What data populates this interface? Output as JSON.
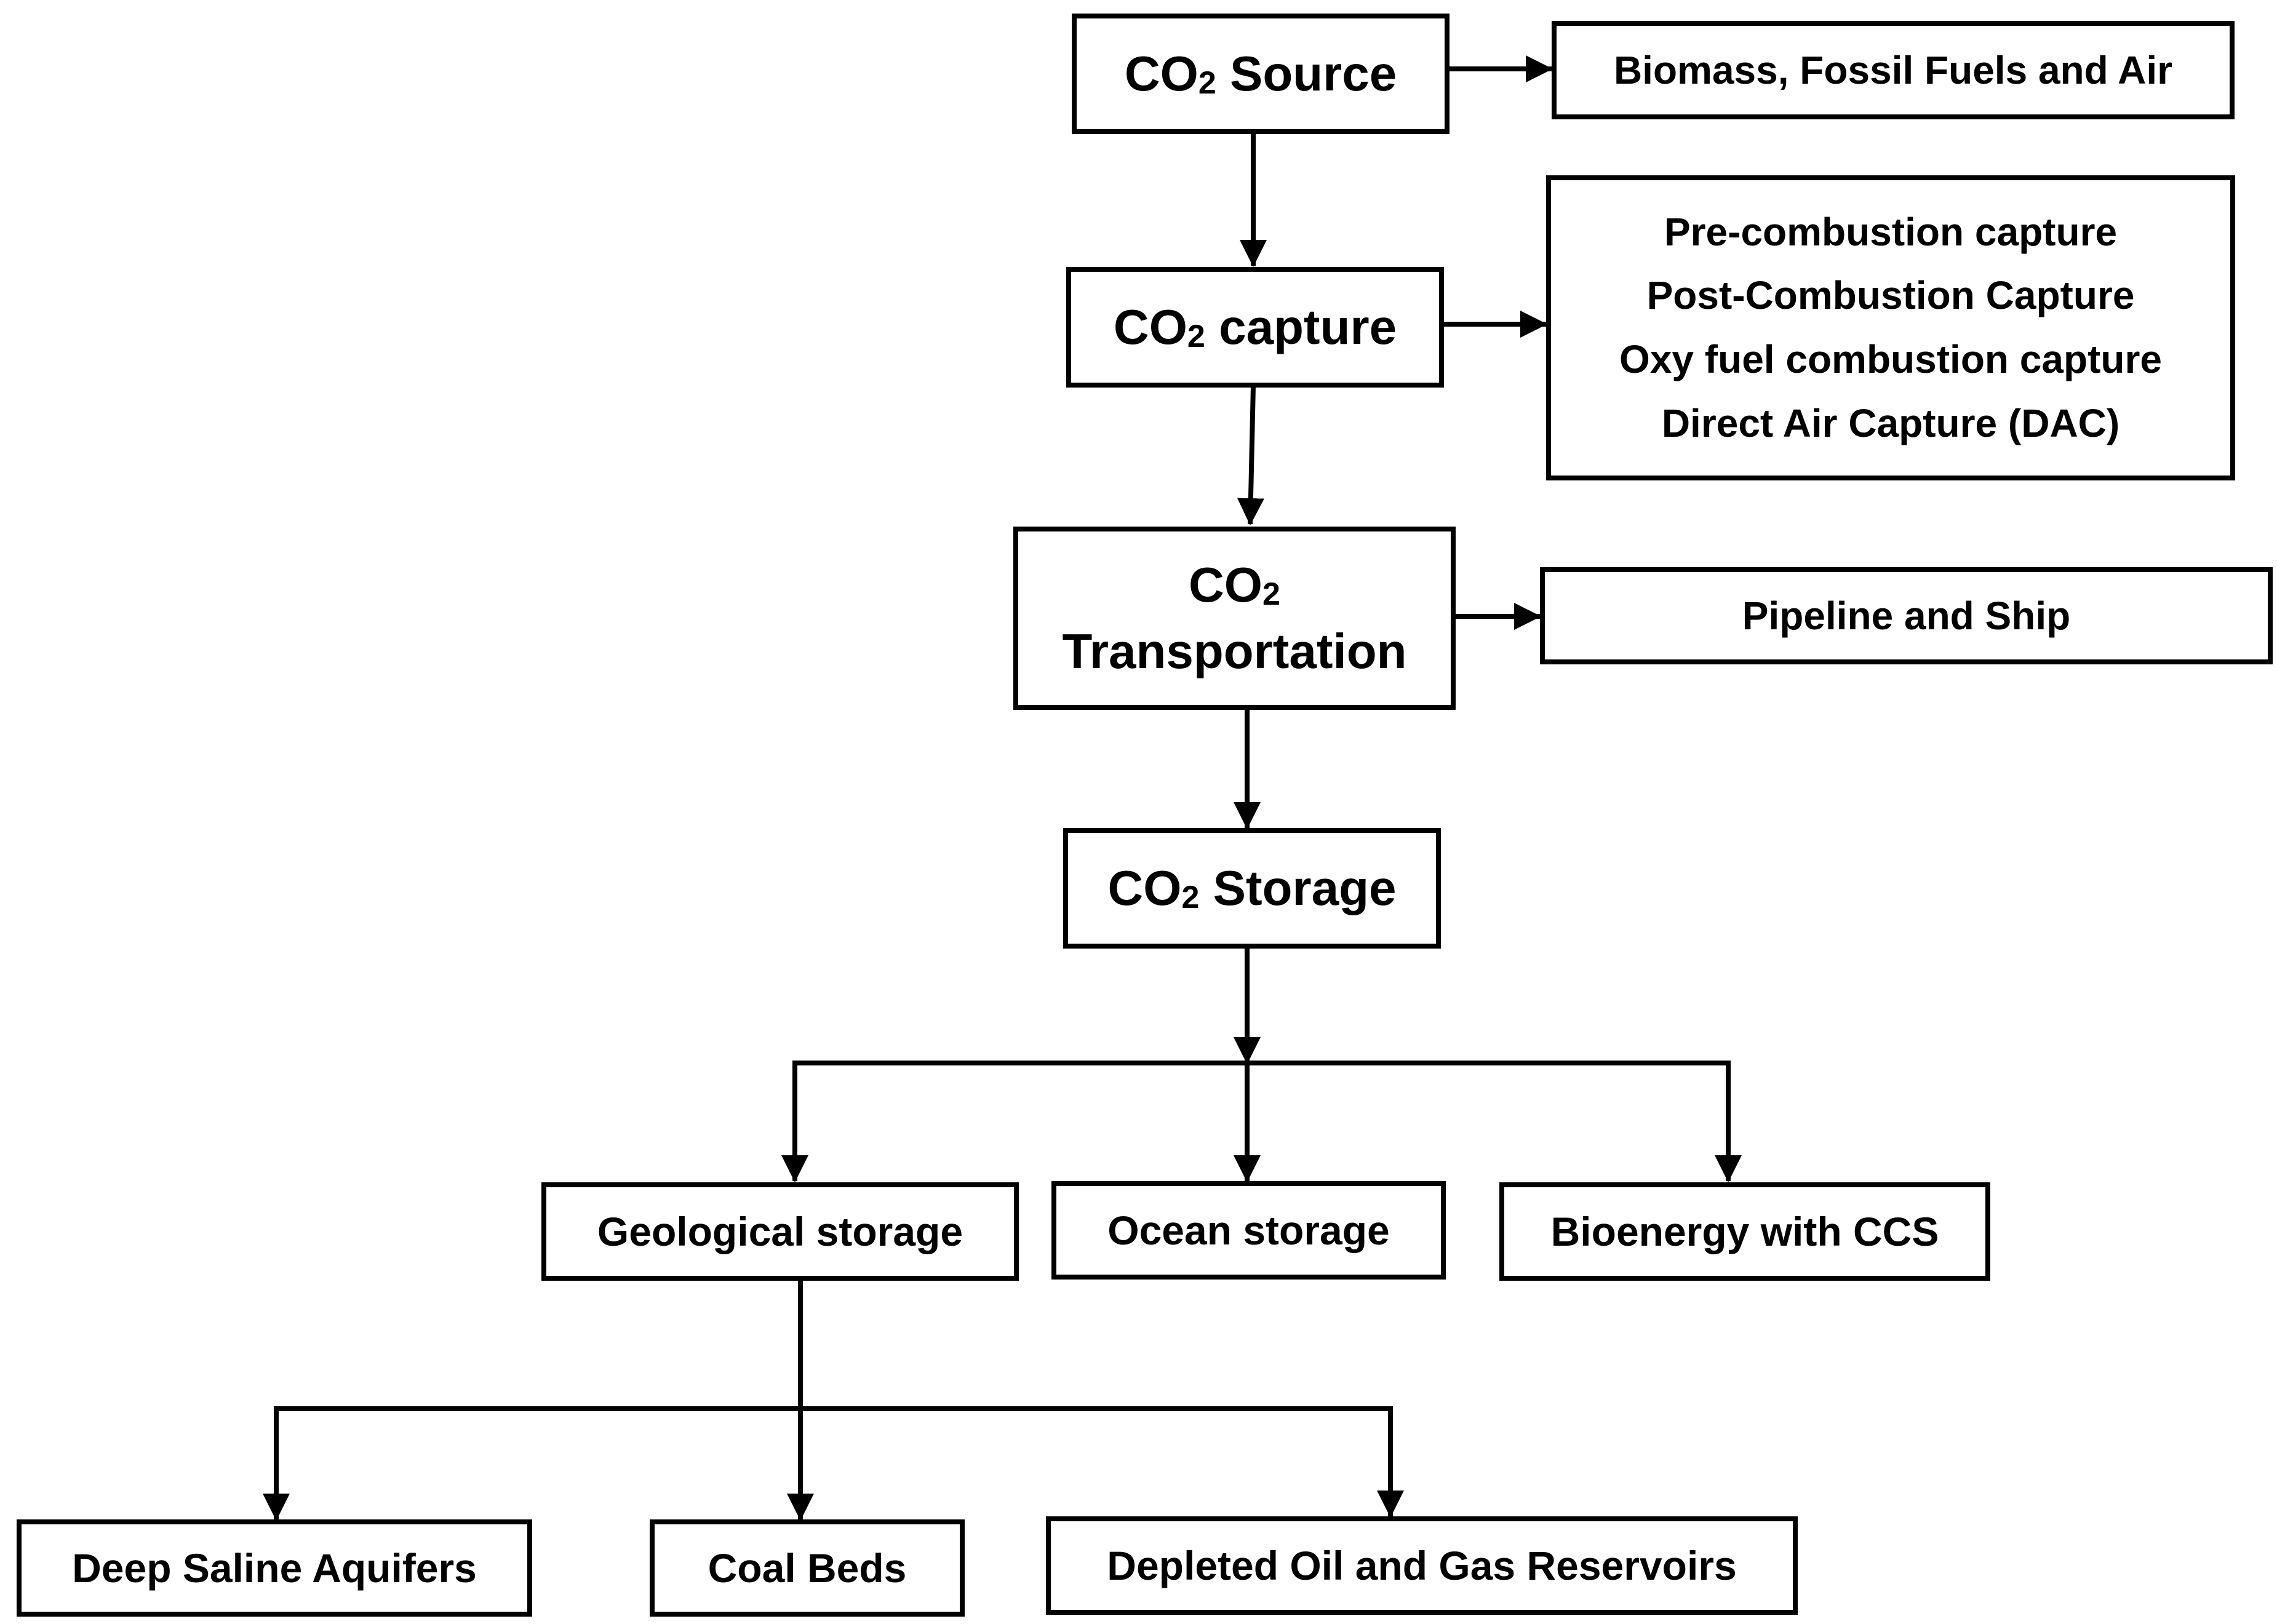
{
  "steps": {
    "source": {
      "prefix": "CO",
      "subscript": "2",
      "label": "Source"
    },
    "capture": {
      "prefix": "CO",
      "subscript": "2",
      "label": "capture"
    },
    "transport": {
      "prefix": "CO",
      "subscript": "2",
      "label": "Transportation"
    },
    "storage": {
      "prefix": "CO",
      "subscript": "2",
      "label": "Storage"
    }
  },
  "details": {
    "source": "Biomass, Fossil Fuels and Air",
    "capture": [
      "Pre-combustion capture",
      "Post-Combustion Capture",
      "Oxy fuel combustion capture",
      "Direct Air Capture (DAC)"
    ],
    "transport": "Pipeline and Ship"
  },
  "storage_types": [
    "Geological storage",
    "Ocean storage",
    "Bioenergy with CCS"
  ],
  "geological_sites": [
    "Deep Saline Aquifers",
    "Coal Beds",
    "Depleted Oil and Gas Reservoirs"
  ]
}
